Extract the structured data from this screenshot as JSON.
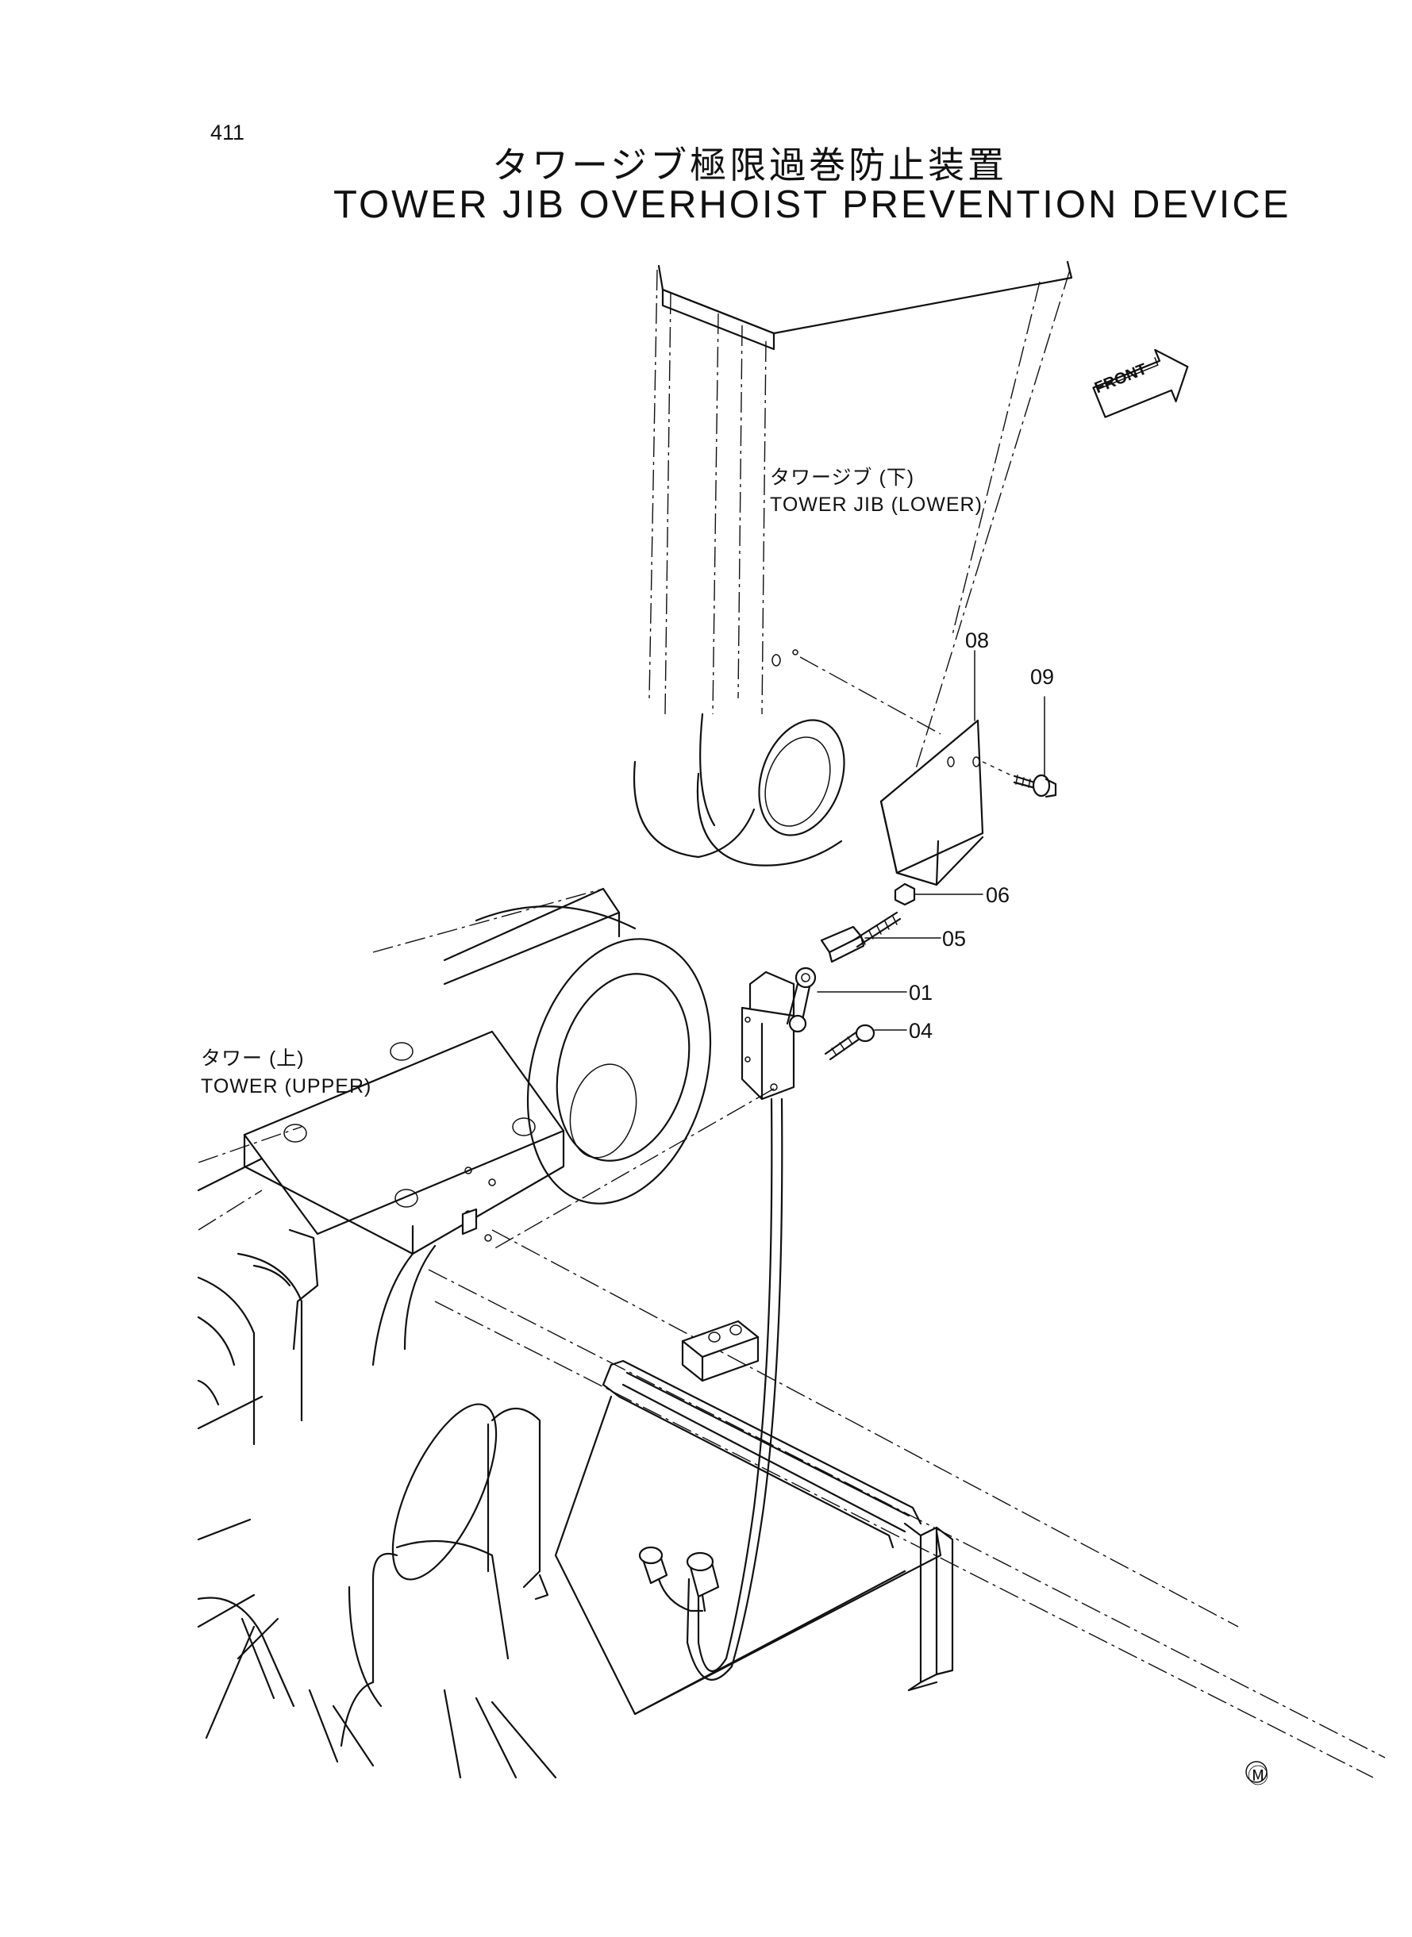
{
  "page_number": "411",
  "title": {
    "jp": "タワージブ極限過巻防止装置",
    "en": "TOWER JIB OVERHOIST PREVENTION DEVICE"
  },
  "labels": {
    "tower_jib_lower": {
      "jp": "タワージブ (下)",
      "en": "TOWER JIB (LOWER)"
    },
    "tower_upper": {
      "jp": "タワー (上)",
      "en": "TOWER (UPPER)"
    },
    "front_arrow": "FRONT"
  },
  "parts": [
    {
      "no": "01"
    },
    {
      "no": "04"
    },
    {
      "no": "05"
    },
    {
      "no": "06"
    },
    {
      "no": "08"
    },
    {
      "no": "09"
    }
  ],
  "mark": "Ⓜ",
  "icons": {
    "front": "front-direction-arrow-icon",
    "mark": "circled-m-icon"
  }
}
